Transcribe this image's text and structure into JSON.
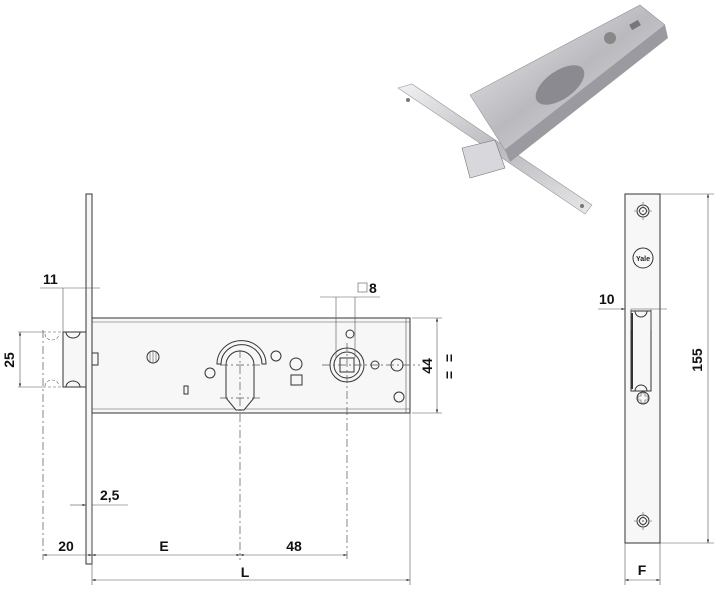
{
  "dimensions": {
    "latch_offset": "11",
    "latch_height": "25",
    "faceplate_thickness": "2,5",
    "latch_projection": "20",
    "backset": "E",
    "spindle_to_cylinder": "48",
    "body_length": "L",
    "spindle_square": "8",
    "body_height": "44",
    "equal_top": "=",
    "equal_bottom": "=",
    "strike_latch_offset": "10",
    "strike_height": "155",
    "strike_width": "F"
  },
  "logo": "Yale",
  "colors": {
    "line": "#333333",
    "photo_metal": "#c8c8cc"
  }
}
